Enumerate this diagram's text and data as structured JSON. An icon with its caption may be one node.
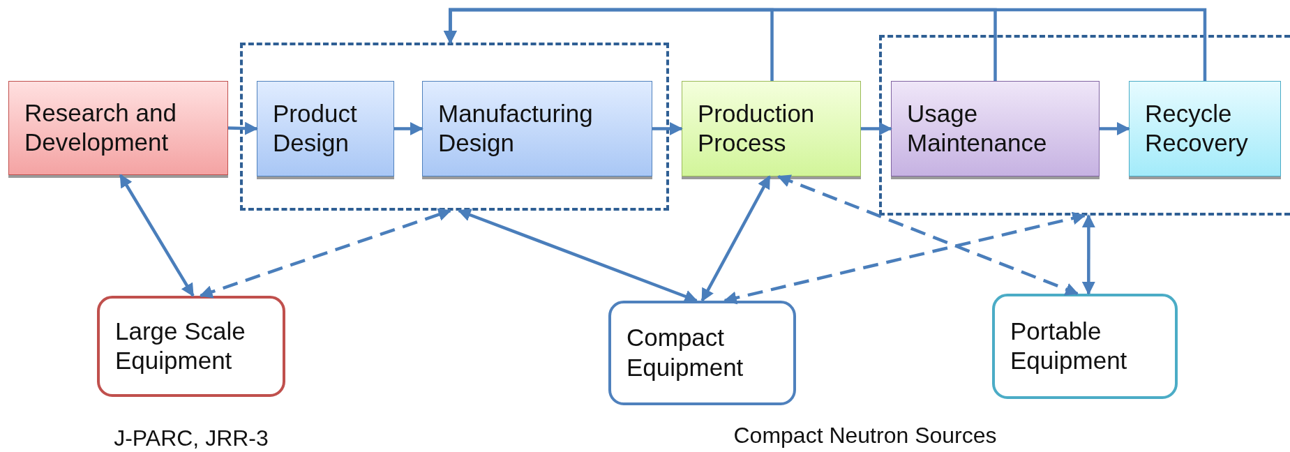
{
  "diagram": {
    "nodes": [
      {
        "text": [
          "Research and Development"
        ]
      },
      {
        "text": [],
        "shape": "box"
      },
      {
        "text": [
          "Product Design"
        ],
        "in": 1
      },
      {
        "text": [
          "Manufacturing Design"
        ],
        "in": 1
      },
      {
        "text": [
          "Production Process"
        ]
      },
      {
        "text": [],
        "shape": "box"
      },
      {
        "text": [
          "Usage Maintenance"
        ],
        "in": 5
      },
      {
        "text": [
          "Recycle Recovery"
        ],
        "in": 5
      },
      {
        "text": [
          "Large Scale Equipment"
        ]
      },
      {
        "text": [
          "Compact Equipment"
        ]
      },
      {
        "text": [
          "Portable Equipment"
        ]
      }
    ],
    "edges": [
      {
        "from": 0,
        "to": 2,
        "arrow": "to"
      },
      {
        "from": 2,
        "to": 3,
        "arrow": "to"
      },
      {
        "from": 3,
        "to": 4,
        "arrow": "to"
      },
      {
        "from": 4,
        "to": 6,
        "arrow": "to"
      },
      {
        "from": 6,
        "to": 7,
        "arrow": "to"
      },
      {
        "from": 7,
        "to": 1,
        "arrow": "to"
      },
      {
        "from": 4,
        "to": 1,
        "arrow": "to"
      },
      {
        "from": 6,
        "to": 1,
        "arrow": "to"
      },
      {
        "from": 0,
        "to": 8,
        "arrow": "both"
      },
      {
        "from": 8,
        "to": 1,
        "arrow": "both",
        "style": "dashed"
      },
      {
        "from": 1,
        "to": 9,
        "arrow": "both"
      },
      {
        "from": 4,
        "to": 9,
        "arrow": "both"
      },
      {
        "from": 9,
        "to": 5,
        "arrow": "both",
        "style": "dashed"
      },
      {
        "from": 4,
        "to": 10,
        "arrow": "both",
        "style": "dashed"
      },
      {
        "from": 5,
        "to": 10,
        "arrow": "both"
      }
    ],
    "labels": [
      "J-PARC, JRR-3",
      "Compact Neutron Sources"
    ]
  }
}
